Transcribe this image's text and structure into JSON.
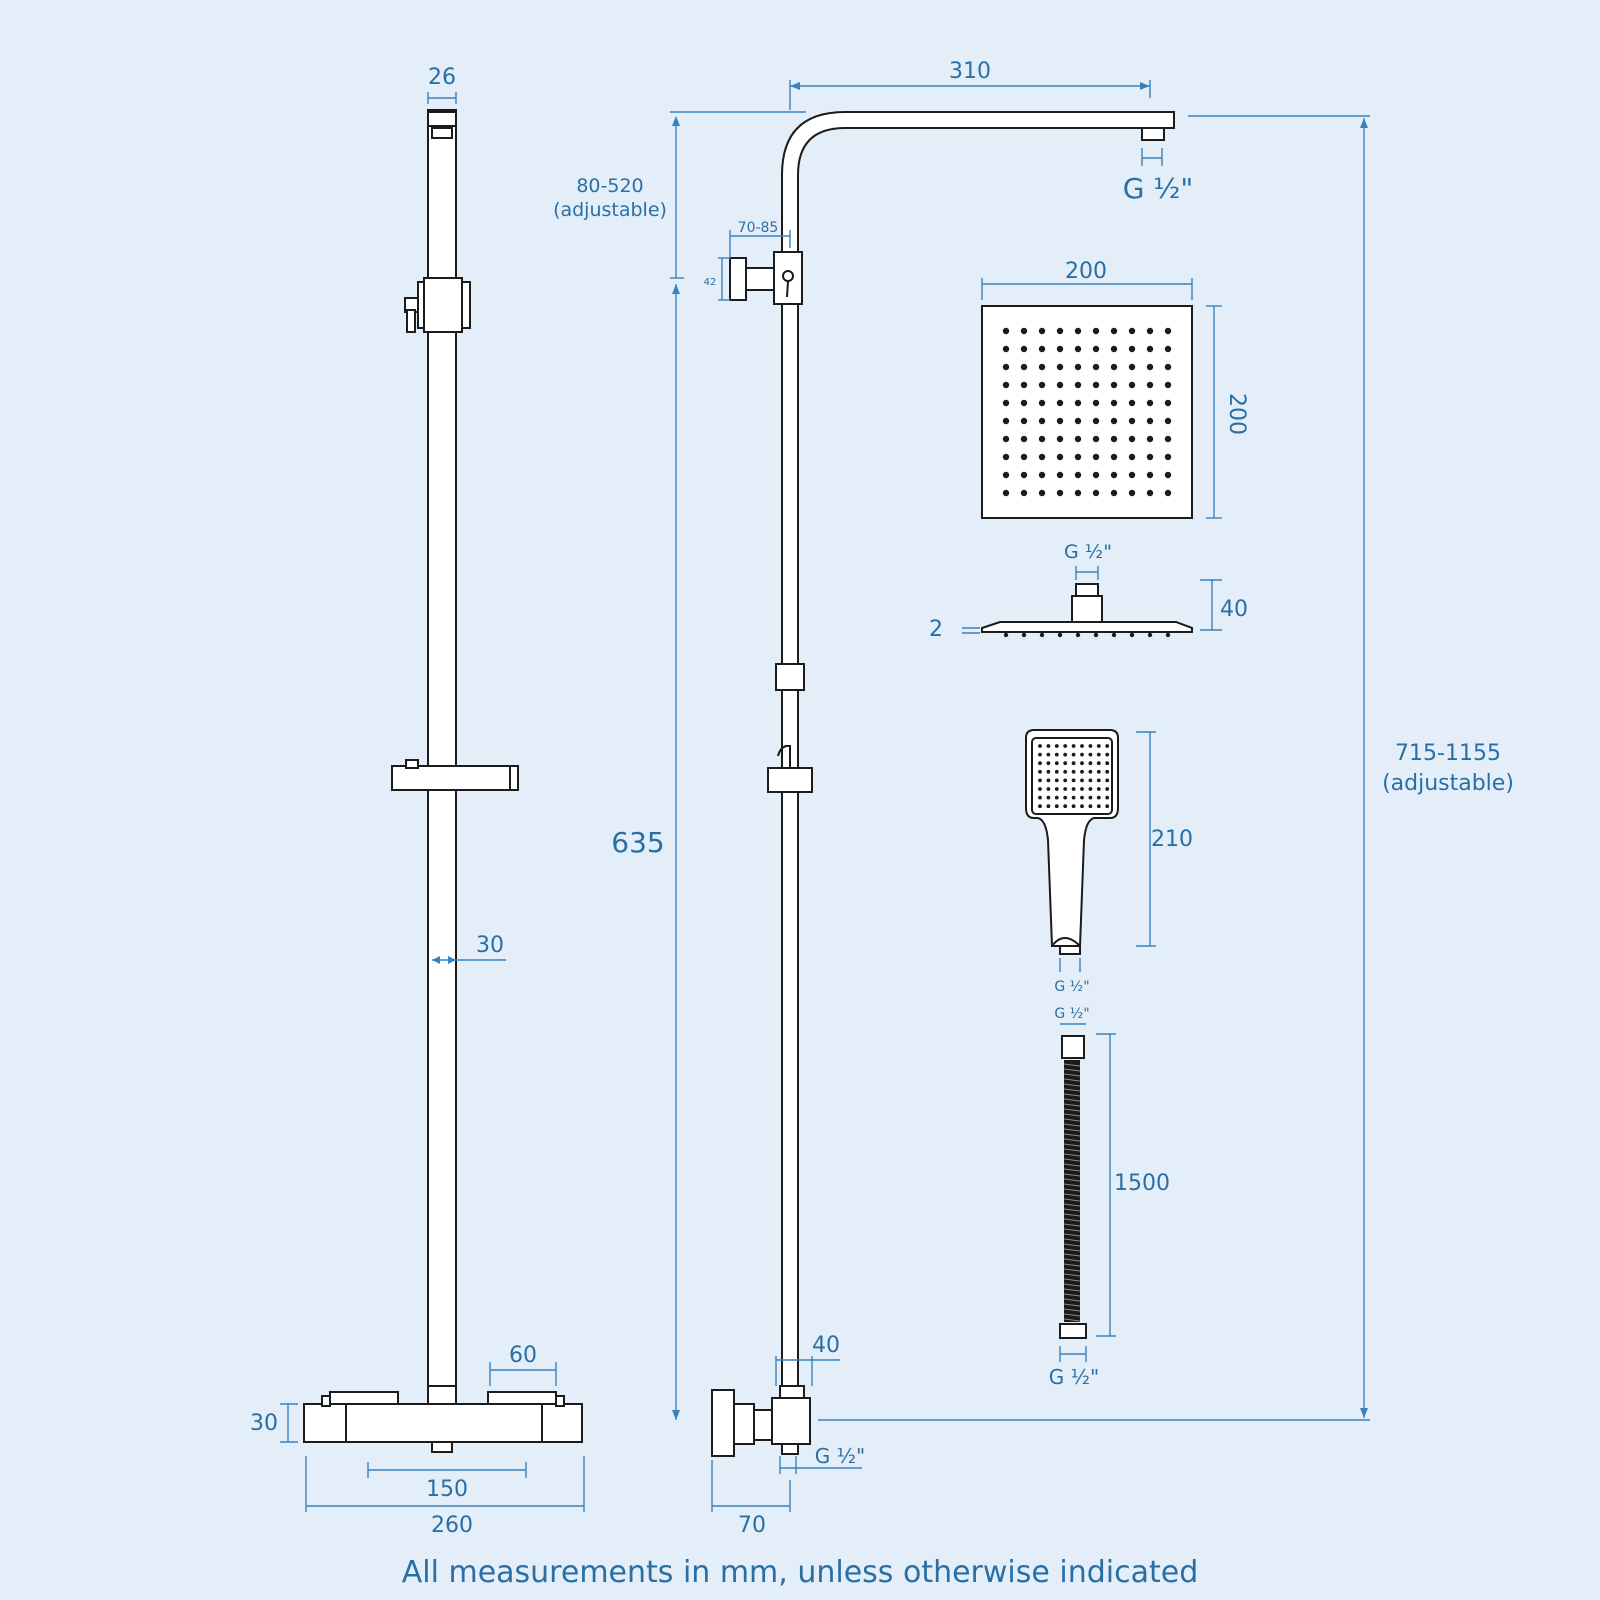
{
  "colors": {
    "background": "#e3eef9",
    "dimension": "#2a6fa4",
    "outline": "#1b1b1b"
  },
  "left_view": {
    "top_width": "26",
    "pipe_diameter": "30",
    "valve_spacing": "60",
    "valve_height": "30",
    "valve_centres": "150",
    "valve_width": "260"
  },
  "side_view": {
    "arm_length": "310",
    "arm_thread": "G ½\"",
    "adjust_line1": "80-520",
    "adjust_line2": "(adjustable)",
    "bracket_depth": "70-85",
    "bracket_height": "42",
    "column_height": "635",
    "outlet_width": "40",
    "inlet_thread": "G ½\"",
    "base_depth": "70",
    "total_line1": "715-1155",
    "total_line2": "(adjustable)"
  },
  "rain_head": {
    "width": "200",
    "height": "200",
    "thread": "G ½\"",
    "plate_thickness": "2",
    "depth": "40"
  },
  "hand_shower": {
    "length": "210",
    "thread": "G ½\""
  },
  "hose": {
    "top_thread": "G ½\"",
    "length": "1500",
    "bottom_thread": "G ½\""
  },
  "footer": {
    "note": "All measurements in mm, unless otherwise indicated"
  }
}
